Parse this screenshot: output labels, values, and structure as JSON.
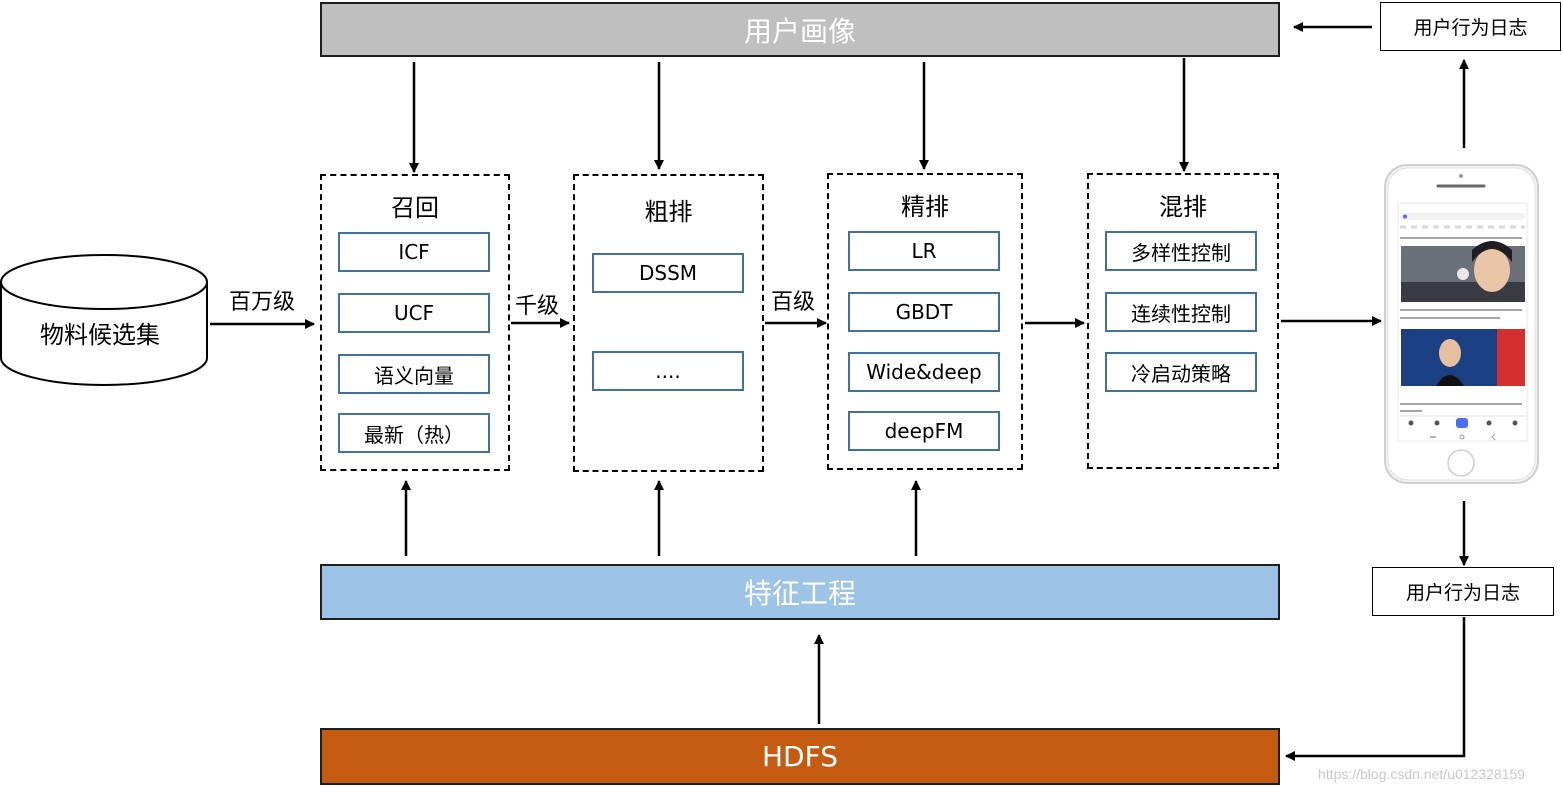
{
  "banners": {
    "profile": {
      "label": "用户画像",
      "color": "#bfbfbf"
    },
    "feature": {
      "label": "特征工程",
      "color": "#9dc3e6"
    },
    "hdfs": {
      "label": "HDFS",
      "color": "#c55a11"
    }
  },
  "source": {
    "label": "物料候选集"
  },
  "edge_labels": {
    "million": "百万级",
    "thousand": "千级",
    "hundred": "百级"
  },
  "stages": {
    "recall": {
      "title": "召回",
      "items": [
        "ICF",
        "UCF",
        "语义向量",
        "最新（热）"
      ]
    },
    "coarse": {
      "title": "粗排",
      "items": [
        "DSSM",
        "...."
      ]
    },
    "fine": {
      "title": "精排",
      "items": [
        "LR",
        "GBDT",
        "Wide&deep",
        "deepFM"
      ]
    },
    "mix": {
      "title": "混排",
      "items": [
        "多样性控制",
        "连续性控制",
        "冷启动策略"
      ]
    }
  },
  "logs": {
    "top": "用户行为日志",
    "bottom": "用户行为日志"
  },
  "watermark": "https://blog.csdn.net/u012328159"
}
